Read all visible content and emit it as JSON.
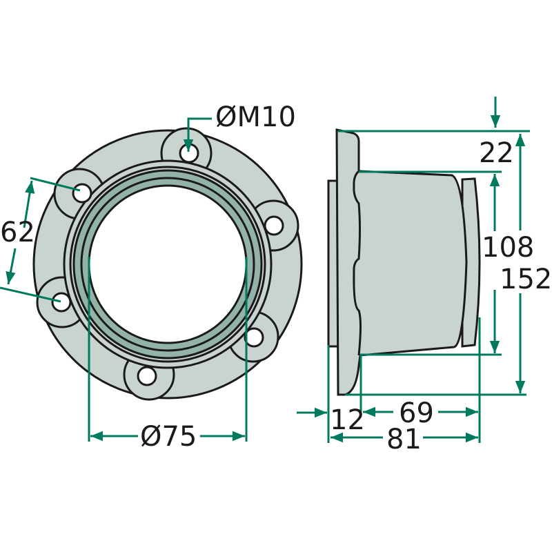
{
  "drawing": {
    "title": "Flange bearing housing technical drawing",
    "colors": {
      "dimension": "#007a5e",
      "part_fill": "#c9d3d0",
      "ring_fill": "#93b3a8",
      "outline": "#1a1a1a"
    },
    "front_view": {
      "hole_label": "ØM10",
      "bolt_spacing_label": "62",
      "bore_label": "Ø75"
    },
    "side_view": {
      "offset_label": "22",
      "body_height_label": "108",
      "flange_height_label": "152",
      "flange_thickness_label": "12",
      "body_length_label": "69",
      "total_length_label": "81"
    }
  }
}
